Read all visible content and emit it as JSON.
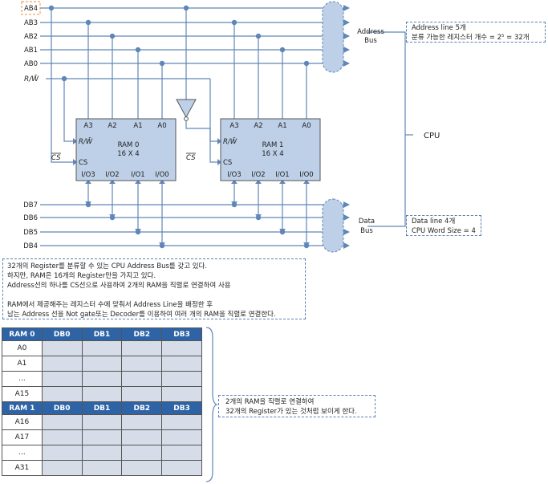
{
  "address_lines": [
    "AB4",
    "AB3",
    "AB2",
    "AB1",
    "AB0"
  ],
  "rw_label": "R/W̄",
  "data_lines": [
    "DB7",
    "DB6",
    "DB5",
    "DB4"
  ],
  "address_bus_label": [
    "Address",
    "Bus"
  ],
  "data_bus_label": [
    "Data",
    "Bus"
  ],
  "cpu_label": "CPU",
  "cs_bar_label": "CS",
  "ram_chips": [
    {
      "name": "RAM 0",
      "size": "16 X 4",
      "addr_pins": [
        "A3",
        "A2",
        "A1",
        "A0"
      ],
      "rw_pin": "R/W̄",
      "cs_pin": "CS",
      "io_pins": [
        "I/O3",
        "I/O2",
        "I/O1",
        "I/O0"
      ]
    },
    {
      "name": "RAM 1",
      "size": "16 X 4",
      "addr_pins": [
        "A3",
        "A2",
        "A1",
        "A0"
      ],
      "rw_pin": "R/W̄",
      "cs_pin": "CS",
      "io_pins": [
        "I/O3",
        "I/O2",
        "I/O1",
        "I/O0"
      ]
    }
  ],
  "address_note": {
    "line1": "Address line 5개",
    "line2": "분류 가능한 레지스터 개수 = 2⁵ = 32개"
  },
  "data_note": {
    "line1": "Data line 4개",
    "line2": "CPU Word Size = 4"
  },
  "description": {
    "lines": [
      "32개의 Register를 분류할 수 있는 CPU Address Bus를 갖고 있다.",
      "하지만, RAM은 16개의 Register만을 가지고 있다.",
      "Address선의 하나를 CS선으로 사용하여 2개의 RAM을 직렬로 연결하여 사용",
      "",
      "RAM에서 제공해주는 레지스터 수에 맞춰서 Address Line을 배정한 후",
      "남는 Address 선을 Not gate또는 Decoder를 이용하여 여러 개의 RAM을 직렬로 연결한다."
    ]
  },
  "table": {
    "ram0": {
      "header": "RAM 0",
      "columns": [
        "DB0",
        "DB1",
        "DB2",
        "DB3"
      ],
      "rows": [
        "A0",
        "A1",
        "...",
        "A15"
      ]
    },
    "ram1": {
      "header": "RAM 1",
      "columns": [
        "DB0",
        "DB1",
        "DB2",
        "DB3"
      ],
      "rows": [
        "A16",
        "A17",
        "...",
        "A31"
      ]
    }
  },
  "table_note": {
    "line1": "2개의 RAM을 직렬로 연결하여",
    "line2": "32개의 Register가 있는 것처럼 보이게 한다."
  },
  "colors": {
    "line": "#5f86b8",
    "chip_fill": "#bdd0e8",
    "chip_stroke": "#555555",
    "bus_fill": "#bdd0e8",
    "header": "#2e63a6",
    "cell": "#d6dde8"
  }
}
